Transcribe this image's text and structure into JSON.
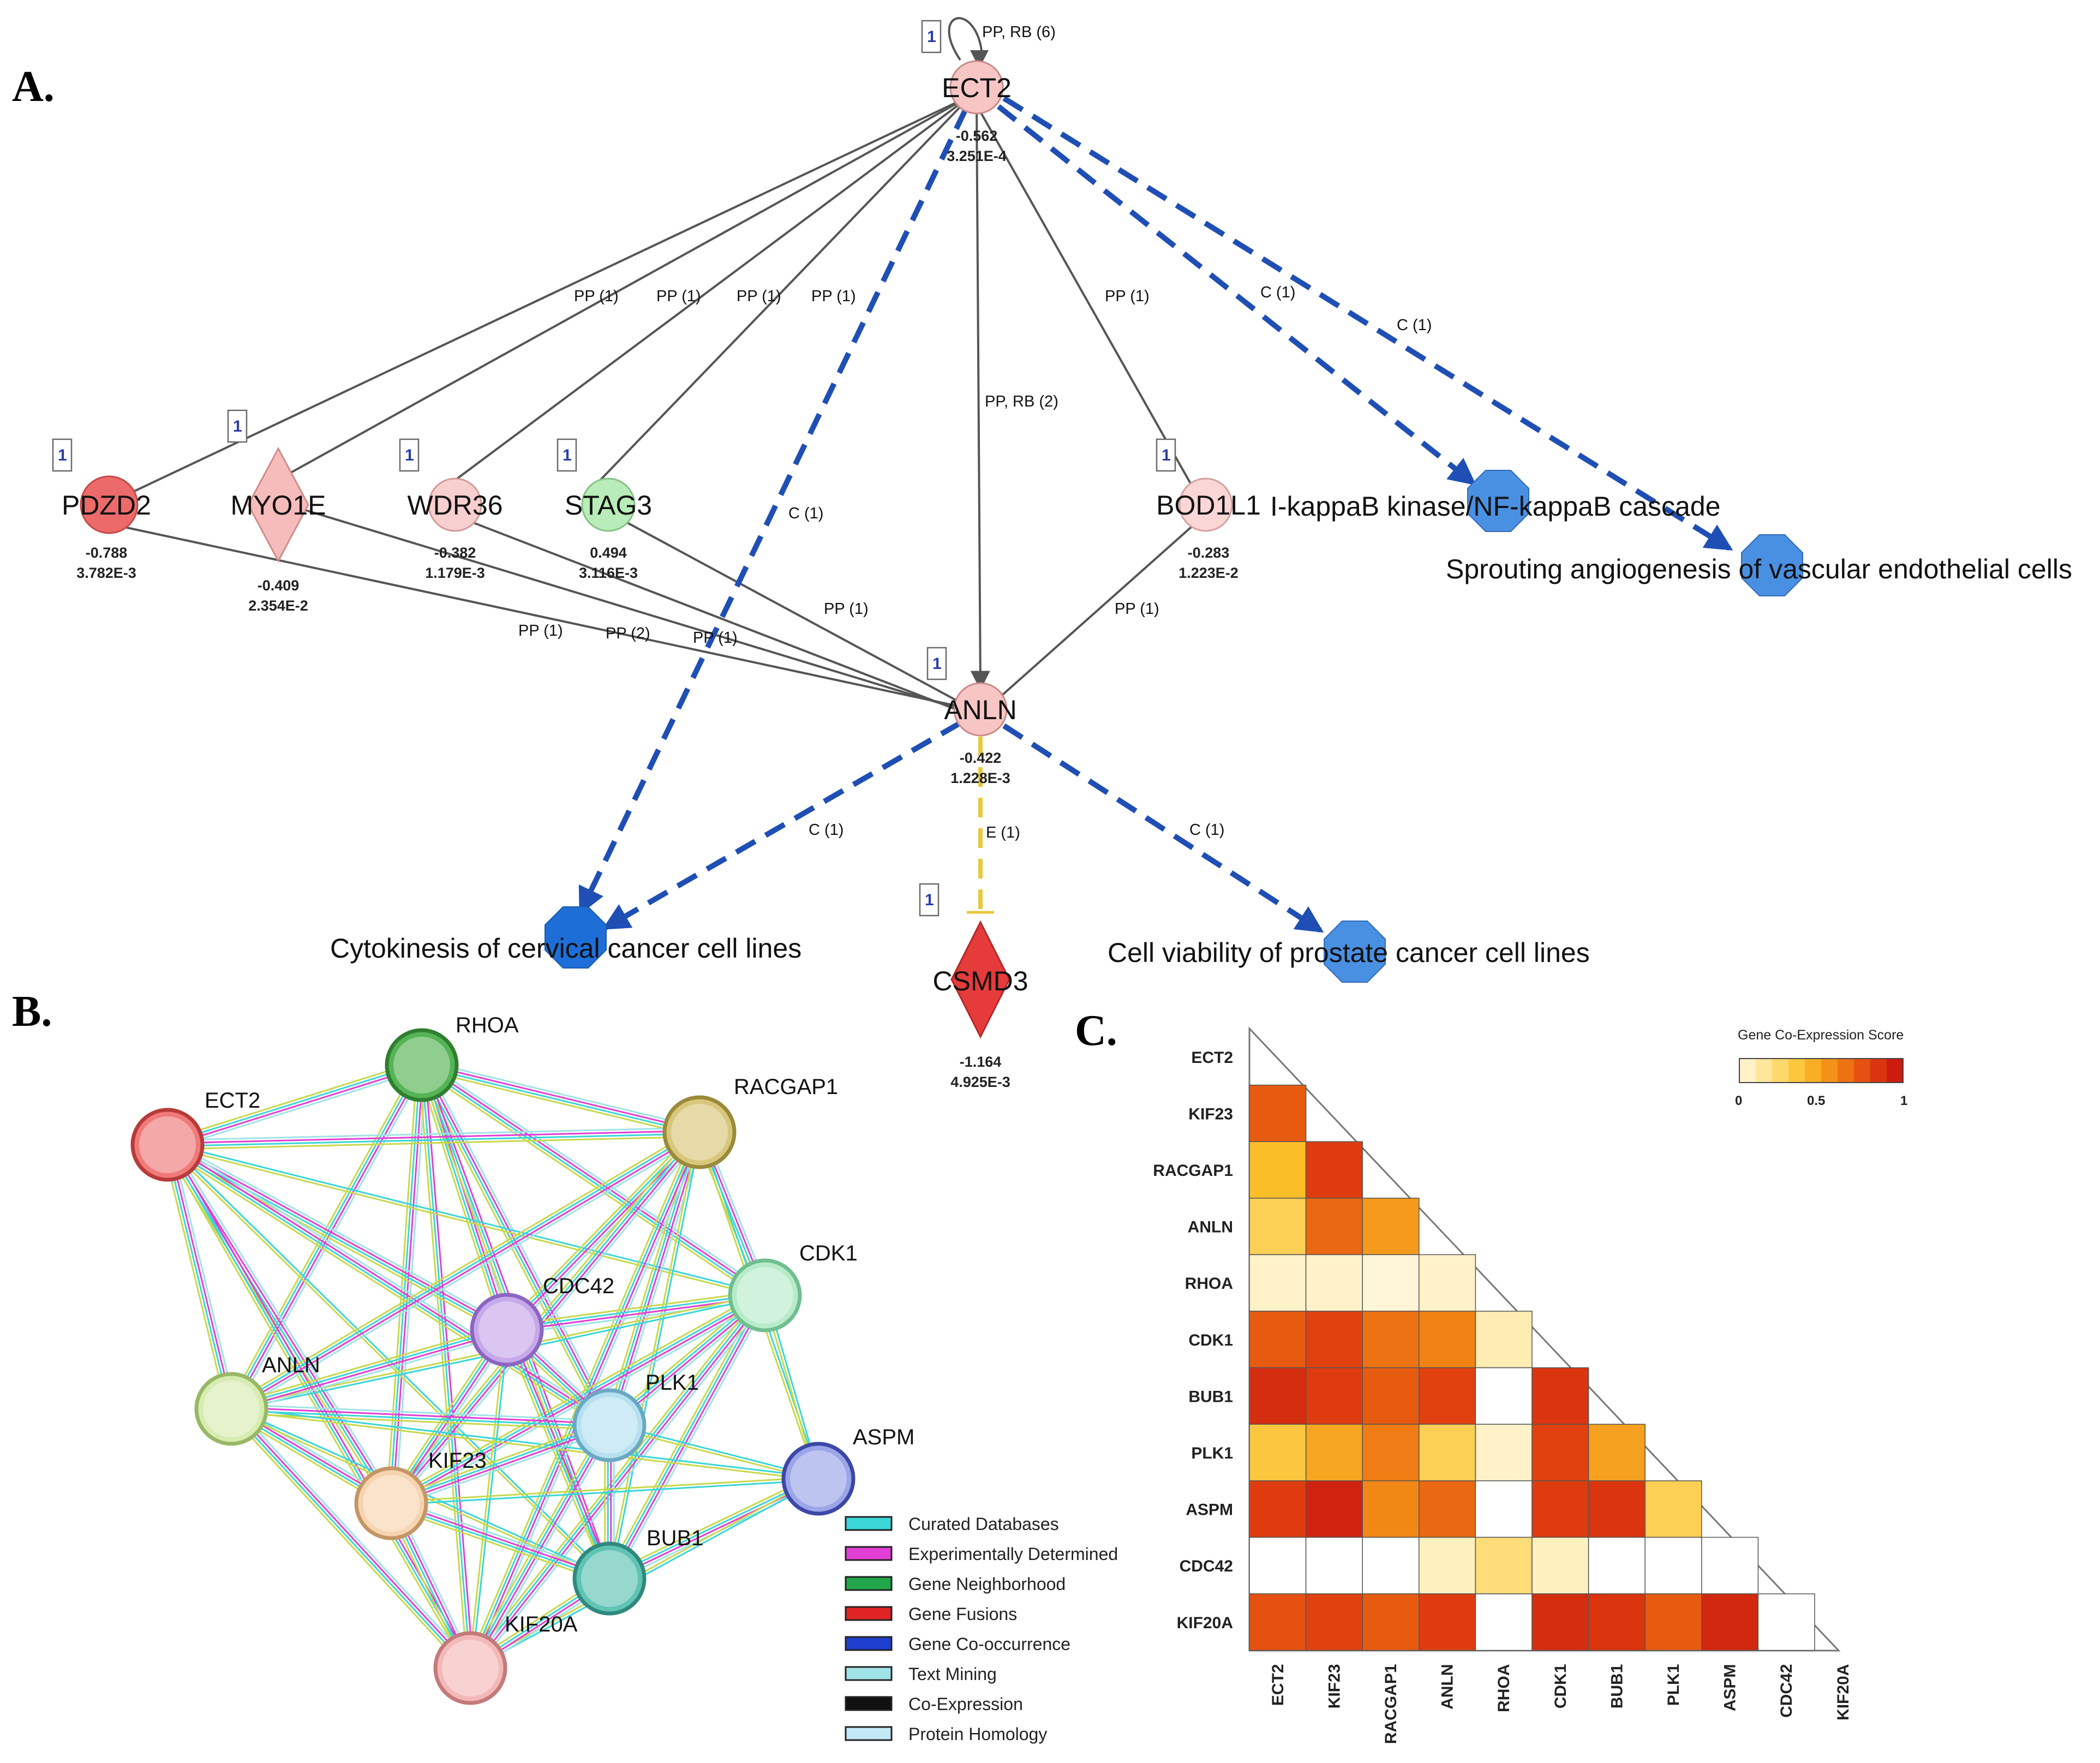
{
  "panels": {
    "a": "A.",
    "b": "B.",
    "c": "C."
  },
  "ipa": {
    "nodes": [
      {
        "name": "ECT2",
        "fc": "-0.562",
        "p": "3.251E-4",
        "count": "1"
      },
      {
        "name": "PDZD2",
        "fc": "-0.788",
        "p": "3.782E-3",
        "count": "1"
      },
      {
        "name": "MYO1E",
        "fc": "-0.409",
        "p": "2.354E-2",
        "count": "1"
      },
      {
        "name": "WDR36",
        "fc": "-0.382",
        "p": "1.179E-3",
        "count": "1"
      },
      {
        "name": "STAG3",
        "fc": "0.494",
        "p": "3.116E-3",
        "count": "1"
      },
      {
        "name": "BOD1L1",
        "fc": "-0.283",
        "p": "1.223E-2",
        "count": "1"
      },
      {
        "name": "ANLN",
        "fc": "-0.422",
        "p": "1.228E-3",
        "count": "1"
      },
      {
        "name": "CSMD3",
        "fc": "-1.164",
        "p": "4.925E-3",
        "count": "1"
      }
    ],
    "functions": [
      "I-kappaB kinase/NF-kappaB cascade",
      "Sprouting angiogenesis of vascular endothelial cells",
      "Cytokinesis of cervical cancer cell lines",
      "Cell viability of prostate cancer cell lines"
    ],
    "edge_labels": {
      "self": "PP, RB (6)",
      "ect2_pdzd2": "PP (1)",
      "ect2_myo1e": "PP (1)",
      "ect2_wdr36": "PP (1)",
      "ect2_stag3": "PP (1)",
      "ect2_bod1l1": "PP (1)",
      "ect2_anln": "PP, RB (2)",
      "ect2_nfkb": "C (1)",
      "ect2_angio": "C (1)",
      "ect2_cyto": "C (1)",
      "pdzd2_anln": "PP (1)",
      "myo1e_anln": "PP (2)",
      "wdr36_anln": "PP (1)",
      "stag3_anln": "PP (1)",
      "bod1l1_anln": "PP (1)",
      "anln_cyto": "C (1)",
      "anln_viab": "C (1)",
      "anln_csmd3": "E (1)"
    },
    "colors": {
      "down": "#f08a88",
      "up": "#b8ecb8",
      "function": "#4a90e2",
      "causal": "#1f4fb4",
      "expression": "#e8c93a"
    }
  },
  "string": {
    "nodes": [
      "RHOA",
      "ECT2",
      "RACGAP1",
      "CDK1",
      "CDC42",
      "ANLN",
      "PLK1",
      "ASPM",
      "KIF23",
      "BUB1",
      "KIF20A"
    ],
    "legend": [
      {
        "label": "Curated Databases",
        "color": "#3ad6d8"
      },
      {
        "label": "Experimentally Determined",
        "color": "#e23fd4"
      },
      {
        "label": "Gene Neighborhood",
        "color": "#22a64a"
      },
      {
        "label": "Gene Fusions",
        "color": "#e02424"
      },
      {
        "label": "Gene Co-occurrence",
        "color": "#1f3fd0"
      },
      {
        "label": "Text Mining",
        "color": "#9fe3e6"
      },
      {
        "label": "Co-Expression",
        "color": "#111111"
      },
      {
        "label": "Protein Homology",
        "color": "#c4e9f6"
      }
    ]
  },
  "chart_data": {
    "type": "heatmap",
    "title": "",
    "rows": [
      "ECT2",
      "KIF23",
      "RACGAP1",
      "ANLN",
      "RHOA",
      "CDK1",
      "BUB1",
      "PLK1",
      "ASPM",
      "CDC42",
      "KIF20A"
    ],
    "columns": [
      "ECT2",
      "KIF23",
      "RACGAP1",
      "ANLN",
      "RHOA",
      "CDK1",
      "BUB1",
      "PLK1",
      "ASPM",
      "CDC42",
      "KIF20A"
    ],
    "values": [
      [],
      [
        0.72
      ],
      [
        0.4,
        0.82
      ],
      [
        0.3,
        0.68,
        0.52
      ],
      [
        0.05,
        0.05,
        0.02,
        0.05
      ],
      [
        0.72,
        0.8,
        0.65,
        0.6,
        0.1
      ],
      [
        0.88,
        0.82,
        0.72,
        0.8,
        0.0,
        0.85
      ],
      [
        0.35,
        0.48,
        0.62,
        0.3,
        0.05,
        0.8,
        0.5
      ],
      [
        0.82,
        0.92,
        0.58,
        0.68,
        0.0,
        0.82,
        0.85,
        0.3
      ],
      [
        0.0,
        0.0,
        0.0,
        0.07,
        0.22,
        0.07,
        0.0,
        0.0,
        0.0
      ],
      [
        0.75,
        0.8,
        0.72,
        0.82,
        0.0,
        0.88,
        0.85,
        0.72,
        0.9,
        0.0
      ]
    ],
    "legend_title": "Gene Co-Expression Score",
    "legend_ticks": [
      "0",
      "0.5",
      "1"
    ],
    "scale": [
      0,
      1
    ]
  }
}
